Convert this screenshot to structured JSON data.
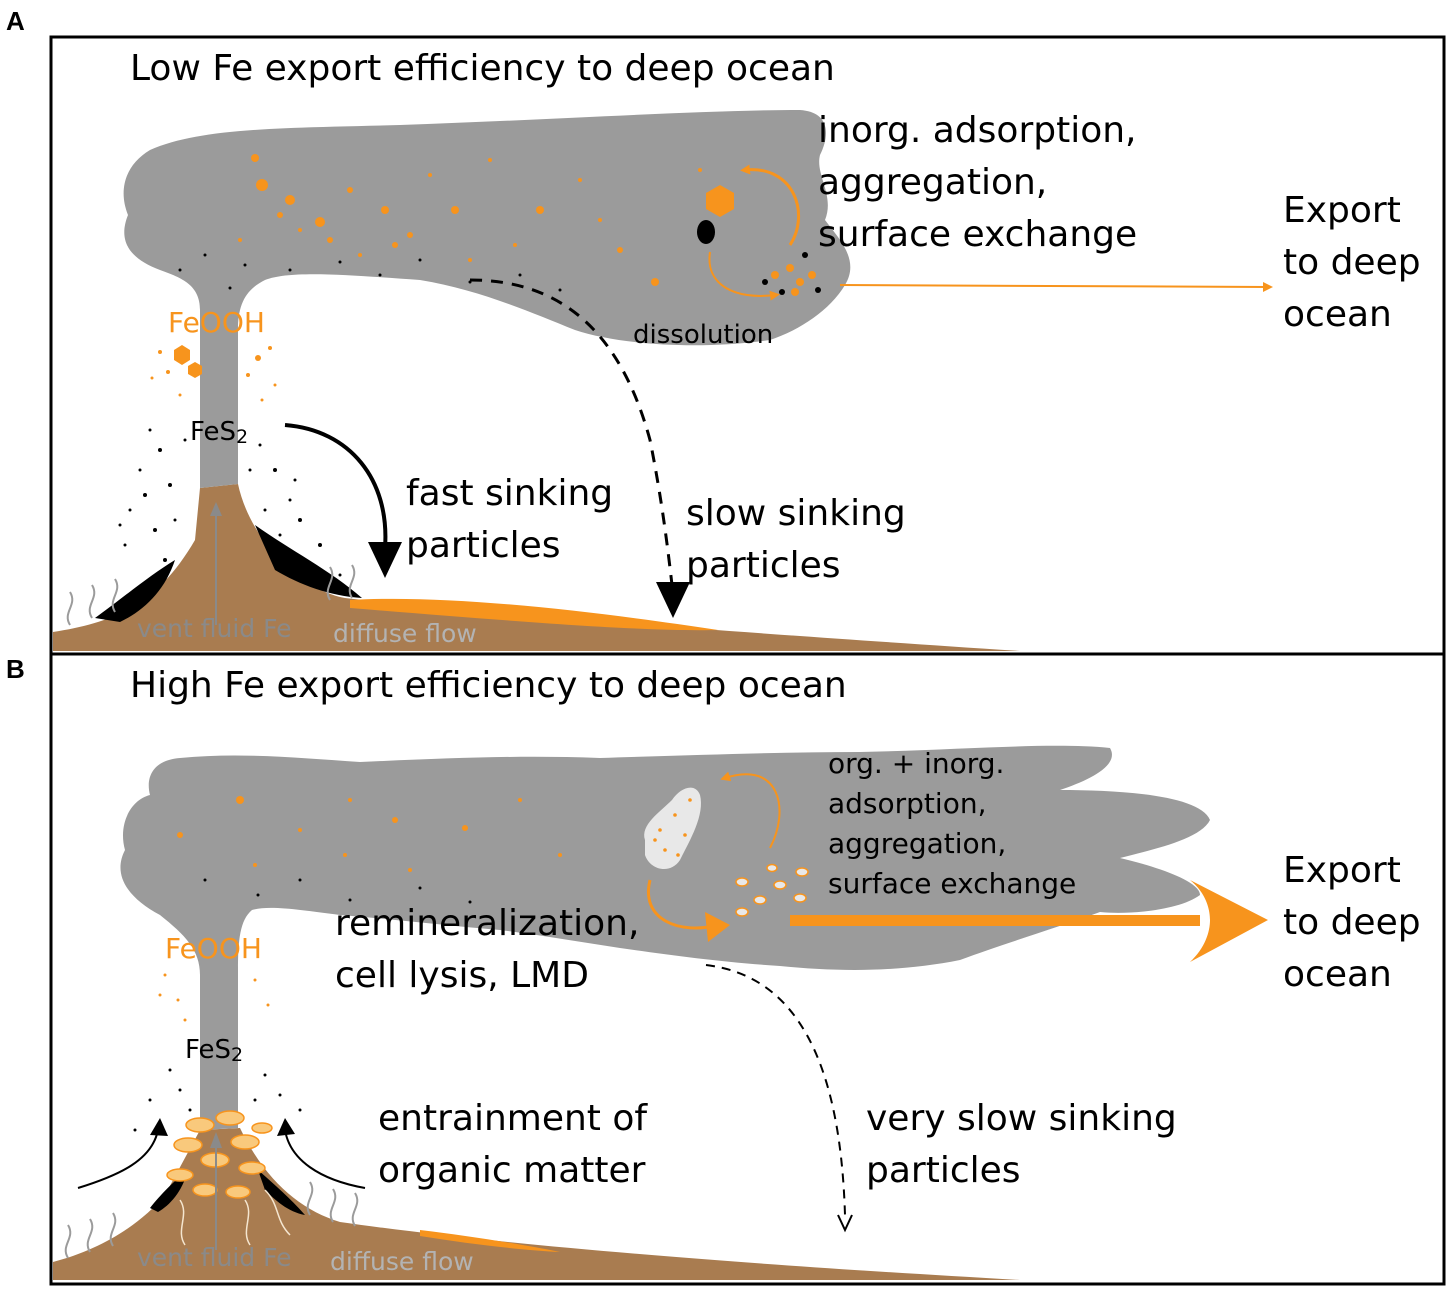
{
  "colors": {
    "plume": "#9b9b9b",
    "orange": "#f7941d",
    "mound": "#a97c50",
    "black": "#000000",
    "vent_text": "#8a8a8a",
    "diffuse_text": "#b3b3b3",
    "frame": "#000000"
  },
  "panel_a": {
    "letter": "A",
    "title": "Low Fe export efficiency to deep ocean",
    "process": [
      "inorg. adsorption,",
      "aggregation,",
      "surface exchange"
    ],
    "dissolution": "dissolution",
    "export": [
      "Export",
      "to deep",
      "ocean"
    ],
    "feooh": "FeOOH",
    "fes2_base": "FeS",
    "fes2_sub": "2",
    "fast": [
      "fast sinking",
      "particles"
    ],
    "slow": [
      "slow sinking",
      "particles"
    ],
    "vent_fluid": "vent fluid Fe",
    "diffuse_flow": "diffuse flow"
  },
  "panel_b": {
    "letter": "B",
    "title": "High Fe export efficiency to deep ocean",
    "process": [
      "org. + inorg.",
      "adsorption,",
      "aggregation,",
      "surface exchange"
    ],
    "remin": [
      "remineralization,",
      "cell lysis, LMD"
    ],
    "export": [
      "Export",
      "to deep",
      "ocean"
    ],
    "feooh": "FeOOH",
    "fes2_base": "FeS",
    "fes2_sub": "2",
    "entrain": [
      "entrainment of",
      "organic matter"
    ],
    "very_slow": [
      "very slow sinking",
      "particles"
    ],
    "vent_fluid": "vent fluid Fe",
    "diffuse_flow": "diffuse flow"
  },
  "icons": {
    "feooh_particle": "hexagon-icon",
    "fes2_particle": "dot-icon",
    "organic_aggregate": "aggregate-icon",
    "microbe": "shrimp-icon"
  }
}
